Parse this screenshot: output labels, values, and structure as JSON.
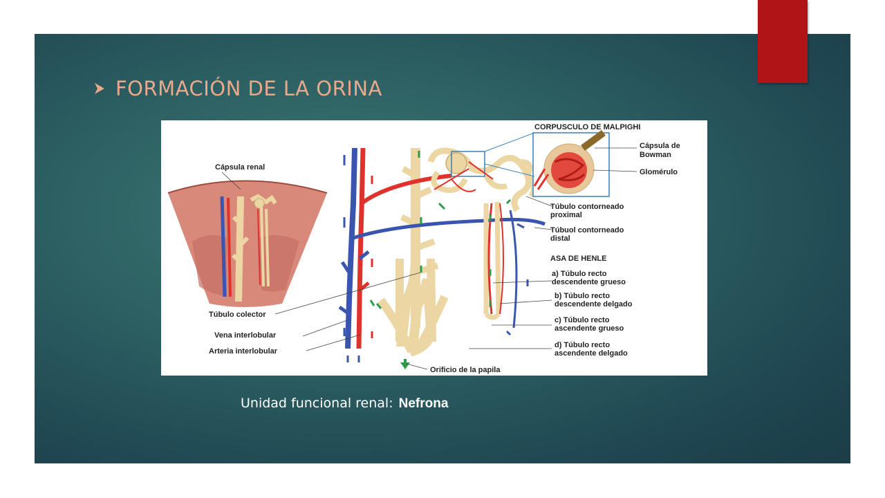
{
  "slide": {
    "title": "FORMACIÓN DE LA ORINA",
    "caption_prefix": "Unidad funcional renal:",
    "caption_bold": "Nefrona"
  },
  "diagram": {
    "labels": {
      "corpusculo": "CORPUSCULO DE MALPIGHI",
      "capsula_bowman_1": "Cápsula de",
      "capsula_bowman_2": "Bowman",
      "glomerulo": "Glomérulo",
      "capsula_renal": "Cápsula renal",
      "tubulo_proximal_1": "Túbulo contorneado",
      "tubulo_proximal_2": "proximal",
      "tubulo_distal_1": "Túbuol contorneado",
      "tubulo_distal_2": "distal",
      "asa_henle": "ASA DE HENLE",
      "a_1": "a) Túbulo recto",
      "a_2": "descendente grueso",
      "b_1": "b) Túbulo recto",
      "b_2": "descendente delgado",
      "c_1": "c) Túbulo recto",
      "c_2": "ascendente grueso",
      "d_1": "d) Túbulo recto",
      "d_2": "ascendente delgado",
      "tubulo_colector": "Túbulo colector",
      "vena": "Vena interlobular",
      "arteria": "Arteria interlobular",
      "orificio": "Orificio de la papila"
    },
    "colors": {
      "artery": "#e0322c",
      "vein": "#3a55b0",
      "tubule": "#ecd6a4",
      "tubule_edge": "#c9ad72",
      "flow_arrow": "#2f9a4a"
    }
  },
  "theme": {
    "accent": "#b01416",
    "title_color": "#e9a98a"
  }
}
